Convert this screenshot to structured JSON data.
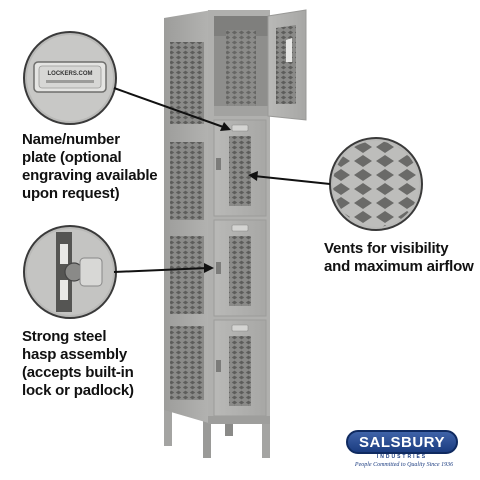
{
  "callouts": {
    "nameplate": {
      "lines": [
        "Name/number",
        "plate (optional",
        "engraving available",
        "upon request)"
      ],
      "plate_text": "LOCKERS.COM"
    },
    "vents": {
      "lines": [
        "Vents for visibility",
        "and maximum airflow"
      ]
    },
    "hasp": {
      "lines": [
        "Strong steel",
        "hasp assembly",
        "(accepts built-in",
        "lock or padlock)"
      ]
    }
  },
  "brand": {
    "name": "SALSBURY",
    "sub": "INDUSTRIES",
    "tagline": "People Committed to Quality Since 1936"
  },
  "colors": {
    "locker": "#a9a9a7",
    "locker_dark": "#8e8e8c",
    "locker_light": "#c4c4c2",
    "brand": "#1b3c80"
  }
}
